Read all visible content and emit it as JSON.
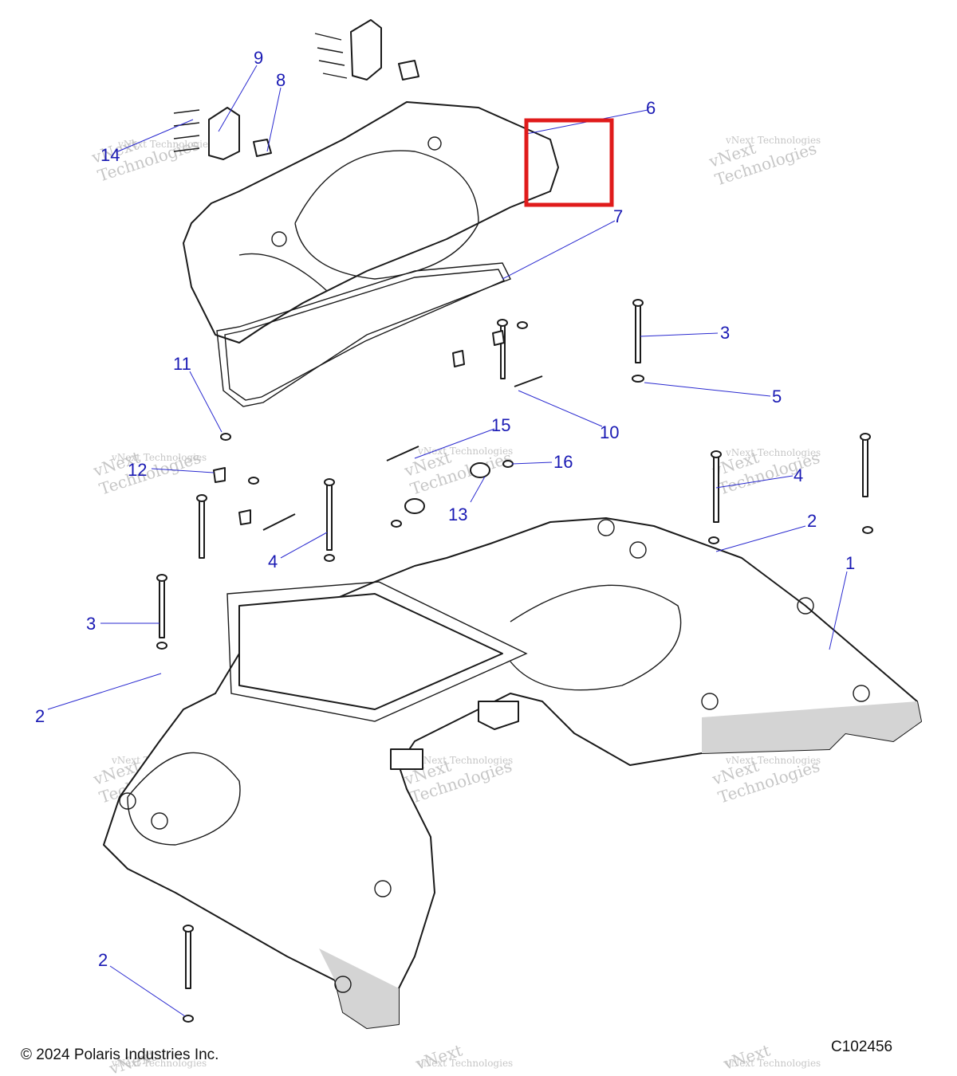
{
  "callouts": [
    {
      "id": "c1",
      "label": "1"
    },
    {
      "id": "c2a",
      "label": "2"
    },
    {
      "id": "c2b",
      "label": "2"
    },
    {
      "id": "c2c",
      "label": "2"
    },
    {
      "id": "c3a",
      "label": "3"
    },
    {
      "id": "c3b",
      "label": "3"
    },
    {
      "id": "c4a",
      "label": "4"
    },
    {
      "id": "c4b",
      "label": "4"
    },
    {
      "id": "c5",
      "label": "5"
    },
    {
      "id": "c6",
      "label": "6"
    },
    {
      "id": "c7",
      "label": "7"
    },
    {
      "id": "c8",
      "label": "8"
    },
    {
      "id": "c9",
      "label": "9"
    },
    {
      "id": "c10",
      "label": "10"
    },
    {
      "id": "c11",
      "label": "11"
    },
    {
      "id": "c12",
      "label": "12"
    },
    {
      "id": "c13",
      "label": "13"
    },
    {
      "id": "c14",
      "label": "14"
    },
    {
      "id": "c15",
      "label": "15"
    },
    {
      "id": "c16",
      "label": "16"
    }
  ],
  "watermark": {
    "line1": "vNext",
    "line2": "Technologies",
    "caption": "vNext Technologies"
  },
  "footer": {
    "copyright": "© 2024 Polaris Industries Inc.",
    "diagram_id": "C102456"
  },
  "colors": {
    "callout_text": "#1a1ab4",
    "leader_line": "#2a2ad0",
    "highlight_box": "#e01b1b"
  }
}
